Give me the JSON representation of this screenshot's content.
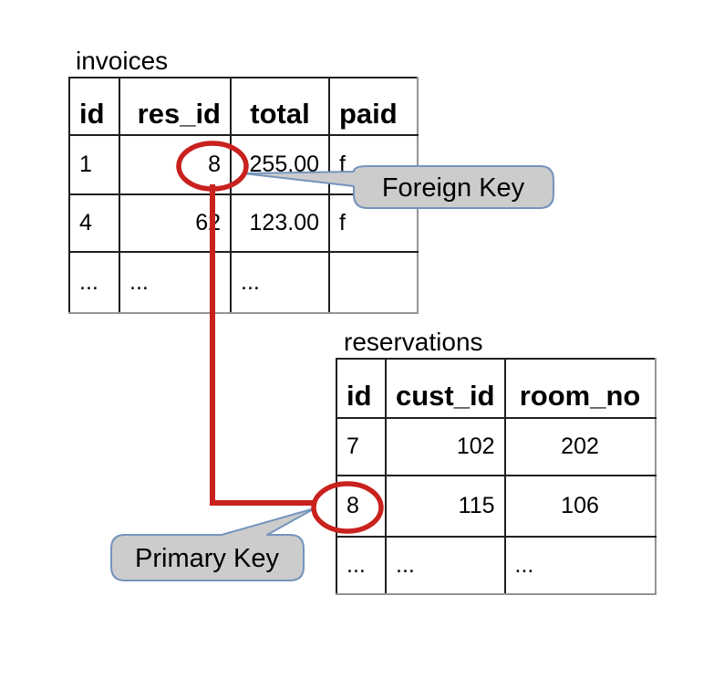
{
  "invoices": {
    "title": "invoices",
    "columns": [
      "id",
      "res_id",
      "total",
      "paid"
    ],
    "rows": [
      [
        "1",
        "8",
        "255.00",
        "f"
      ],
      [
        "4",
        "62",
        "123.00",
        "f"
      ],
      [
        "...",
        "...",
        "...",
        ""
      ]
    ]
  },
  "reservations": {
    "title": "reservations",
    "columns": [
      "id",
      "cust_id",
      "room_no"
    ],
    "rows": [
      [
        "7",
        "102",
        "202"
      ],
      [
        "8",
        "115",
        "106"
      ],
      [
        "...",
        "...",
        "..."
      ]
    ]
  },
  "annotations": {
    "foreign_key_label": "Foreign Key",
    "primary_key_label": "Primary Key",
    "circled_foreign_key_value": "8",
    "circled_primary_key_value": "8"
  },
  "colors": {
    "highlight_red": "#c9211e",
    "callout_fill": "#cccccc",
    "callout_border": "#7494bc",
    "table_border": "#1f1f1f",
    "table_edge_gray": "#949494"
  }
}
